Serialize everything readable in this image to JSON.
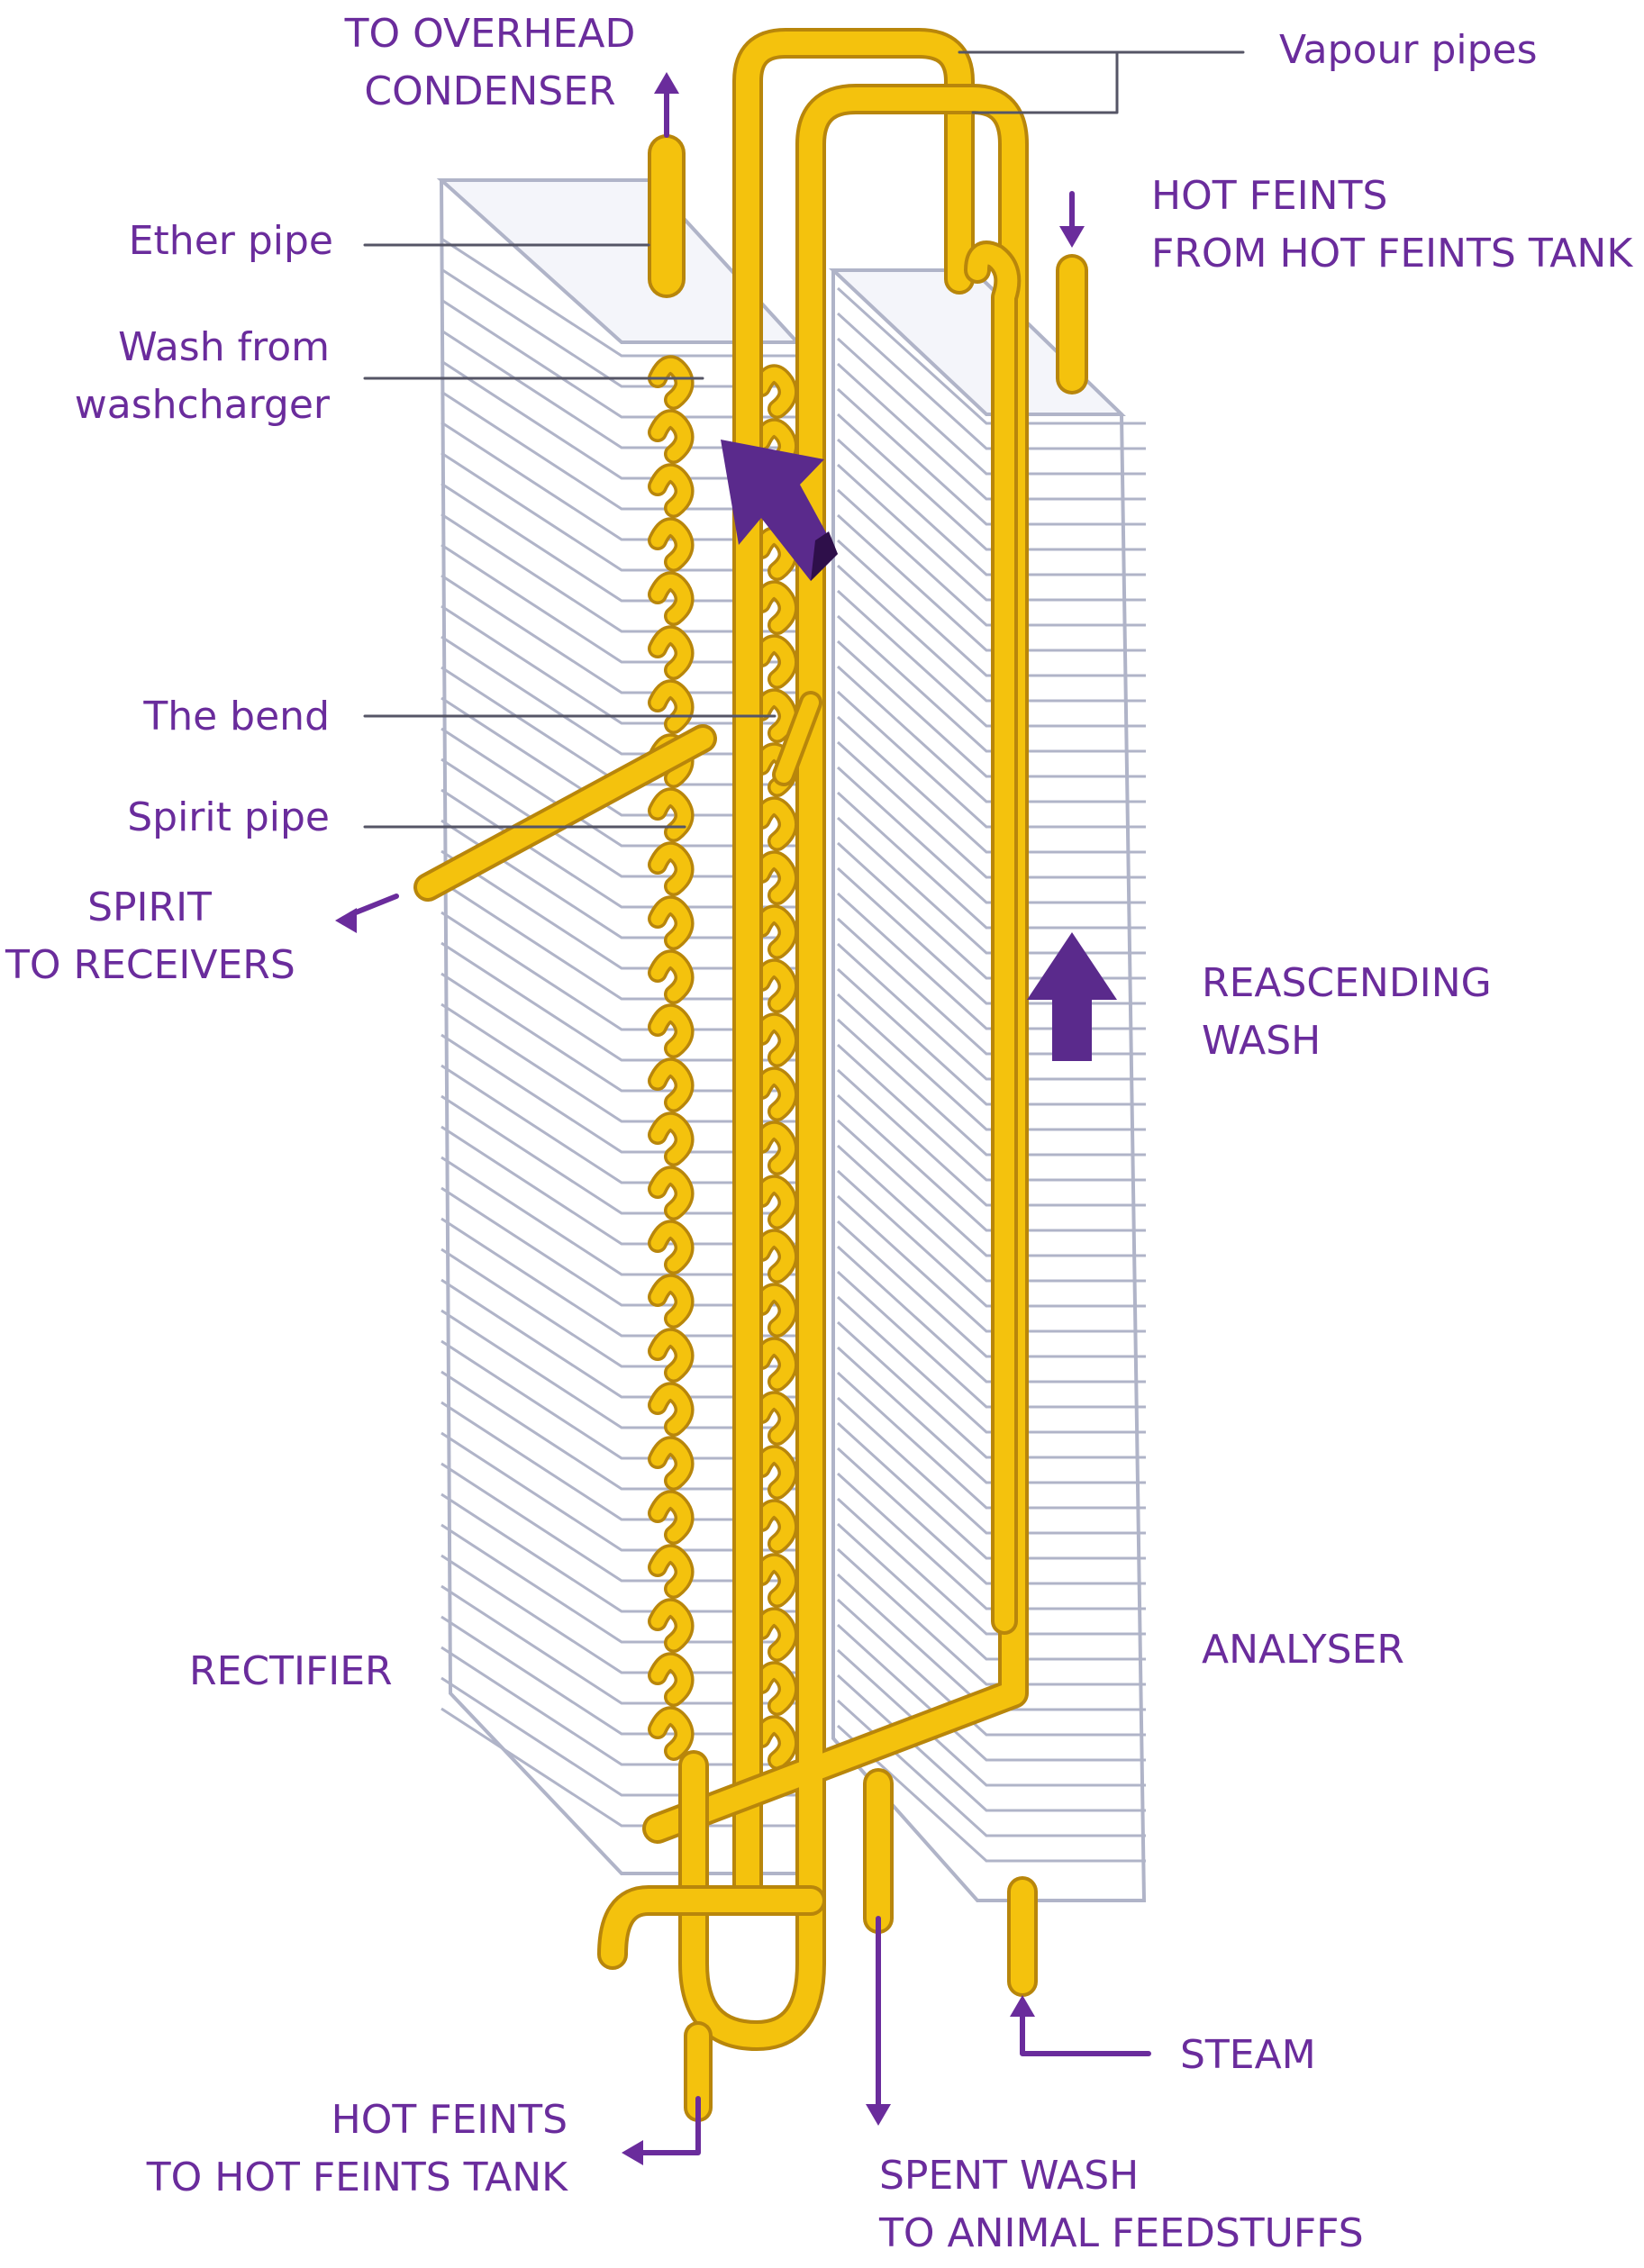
{
  "colors": {
    "label_text": "#6a2c9c",
    "pipe": "#f4c20d",
    "pipe_outline": "#b8860b",
    "plate_fill": "#ffffff",
    "plate_outline": "#b0b4c8",
    "arrow": "#6a2c9c",
    "flow_arrow": "#5a2a8c",
    "flow_arrow_dark": "#2e0f4a",
    "leader": "#555566"
  },
  "labels": {
    "to_overhead_condenser": "TO OVERHEAD\nCONDENSER",
    "vapour_pipes": "Vapour pipes",
    "ether_pipe": "Ether pipe",
    "hot_feints_from_tank": "HOT FEINTS\nFROM HOT FEINTS TANK",
    "wash_from_washcharger": "Wash from\nwashcharger",
    "the_bend": "The bend",
    "spirit_pipe": "Spirit pipe",
    "spirit_to_receivers": "SPIRIT\nTO RECEIVERS",
    "reascending_wash": "REASCENDING\nWASH",
    "rectifier": "RECTIFIER",
    "analyser": "ANALYSER",
    "steam": "STEAM",
    "hot_feints_to_tank": "HOT FEINTS\nTO HOT FEINTS TANK",
    "spent_wash": "SPENT WASH\nTO ANIMAL FEEDSTUFFS"
  }
}
